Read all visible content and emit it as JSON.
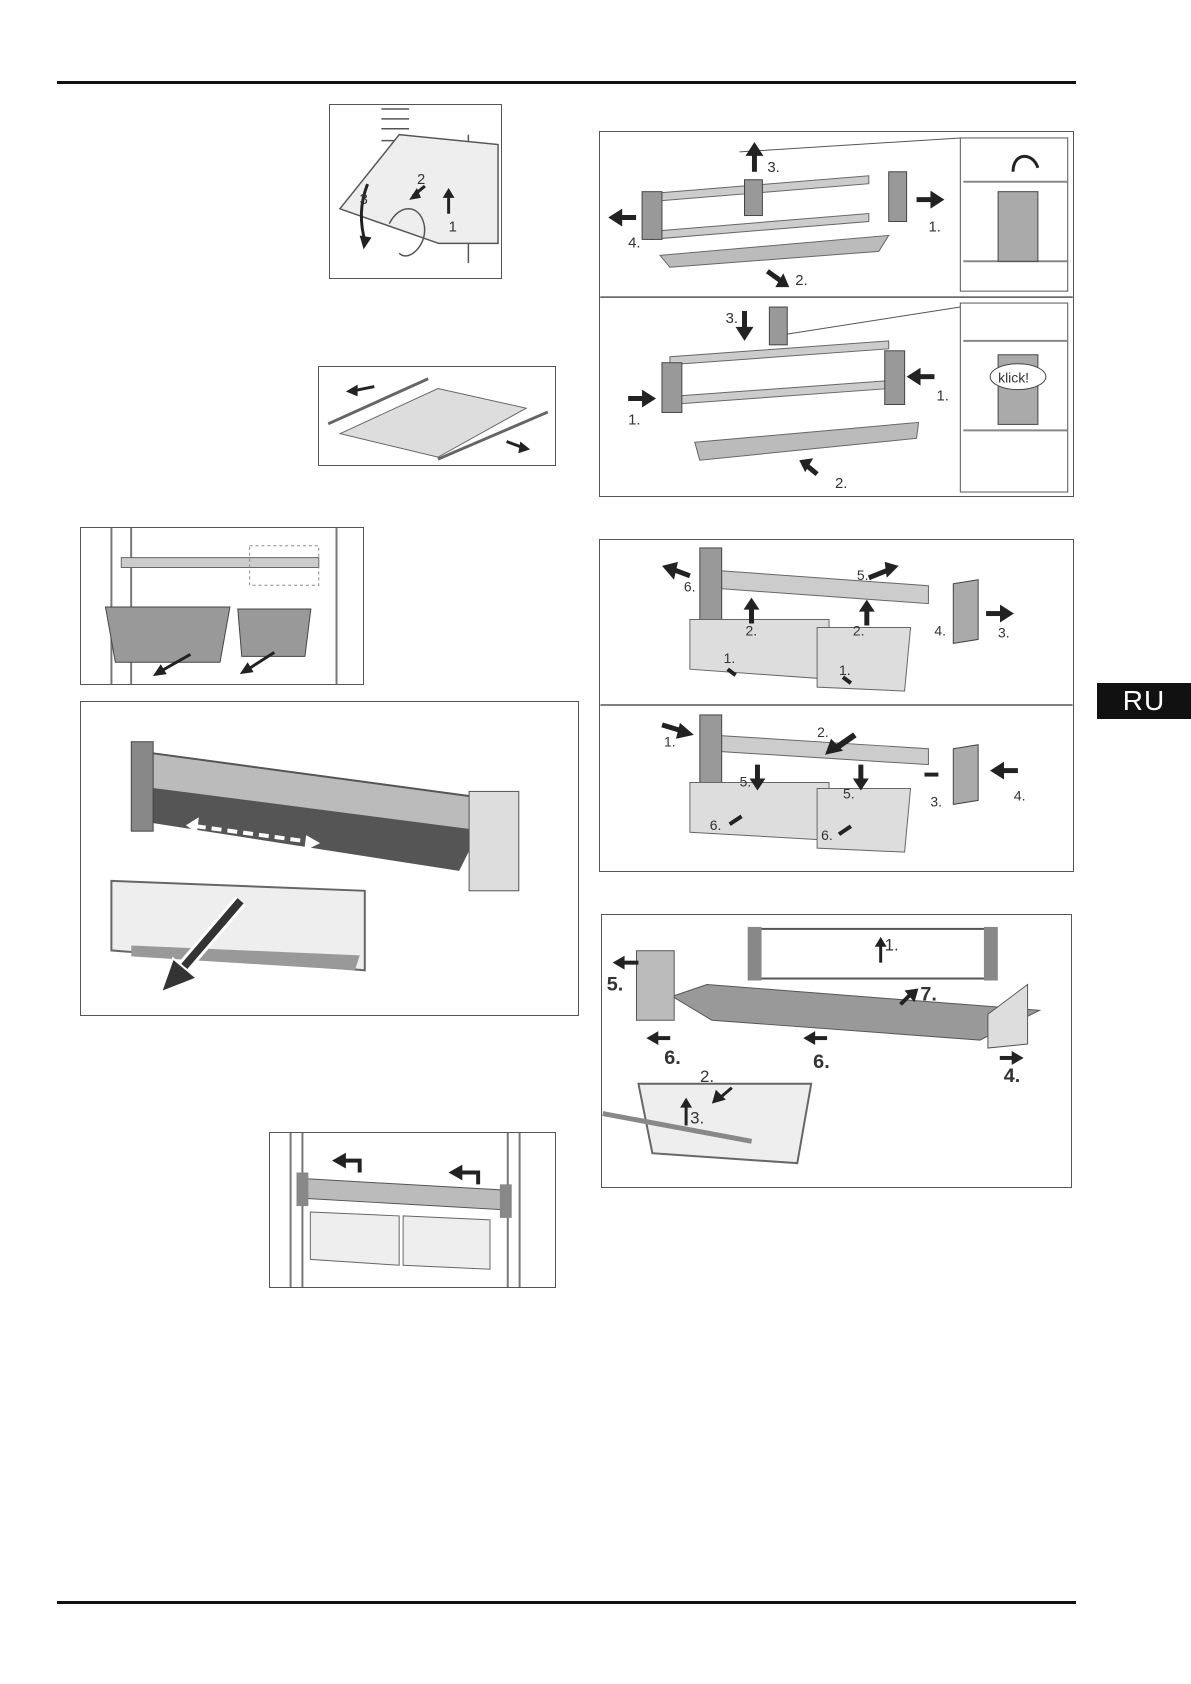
{
  "language_tab": "RU",
  "fig_a": {
    "labels": [
      "1",
      "2",
      "3"
    ]
  },
  "fig_e": {
    "upper": {
      "labels": [
        "3.",
        "4.",
        "1.",
        "2."
      ]
    },
    "lower": {
      "labels": [
        "3.",
        "1.",
        "1.",
        "2."
      ],
      "callout": "klick!"
    }
  },
  "fig_f": {
    "upper": {
      "labels": [
        "6.",
        "5.",
        "2.",
        "2.",
        "1.",
        "1.",
        "4.",
        "3."
      ]
    },
    "lower": {
      "labels": [
        "1.",
        "2.",
        "5.",
        "5.",
        "6.",
        "6.",
        "3.",
        "4."
      ]
    }
  },
  "fig_g": {
    "labels": [
      "1.",
      "7.",
      "5.",
      "6.",
      "6.",
      "2.",
      "3.",
      "4."
    ]
  }
}
